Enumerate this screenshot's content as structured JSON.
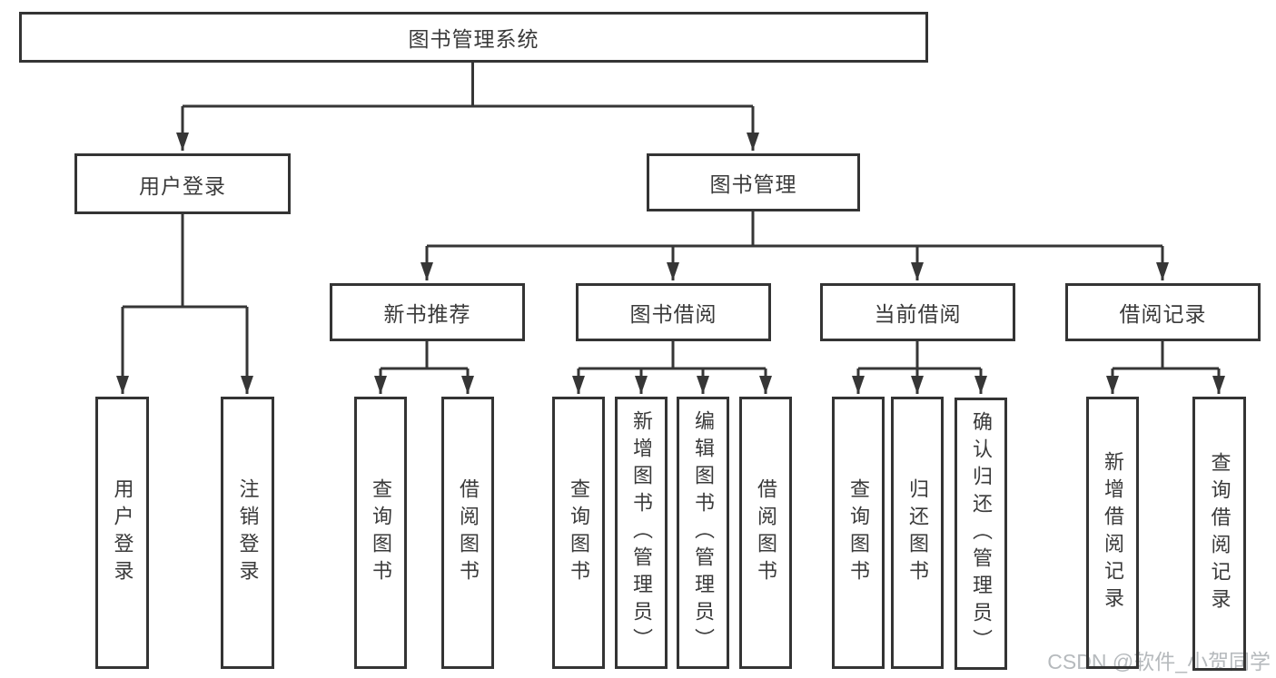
{
  "diagram_title": "图书管理系统",
  "tree": {
    "label": "图书管理系统",
    "children": [
      {
        "label": "用户登录",
        "children": [
          {
            "label": "用户登录"
          },
          {
            "label": "注销登录"
          }
        ]
      },
      {
        "label": "图书管理",
        "children": [
          {
            "label": "新书推荐",
            "children": [
              {
                "label": "查询图书"
              },
              {
                "label": "借阅图书"
              }
            ]
          },
          {
            "label": "图书借阅",
            "children": [
              {
                "label": "查询图书"
              },
              {
                "label": "新增图书（管理员）"
              },
              {
                "label": "编辑图书（管理员）"
              },
              {
                "label": "借阅图书"
              }
            ]
          },
          {
            "label": "当前借阅",
            "children": [
              {
                "label": "查询图书"
              },
              {
                "label": "归还图书"
              },
              {
                "label": "确认归还（管理员）"
              }
            ]
          },
          {
            "label": "借阅记录",
            "children": [
              {
                "label": "新增借阅记录"
              },
              {
                "label": "查询借阅记录"
              }
            ]
          }
        ]
      }
    ]
  },
  "watermark": {
    "text": "CSDN @软件_小贺同学"
  },
  "colors": {
    "line": "#363636",
    "box_border": "#343434",
    "text": "#3a3a3a",
    "watermark": "#b6babd",
    "background": "#ffffff"
  }
}
